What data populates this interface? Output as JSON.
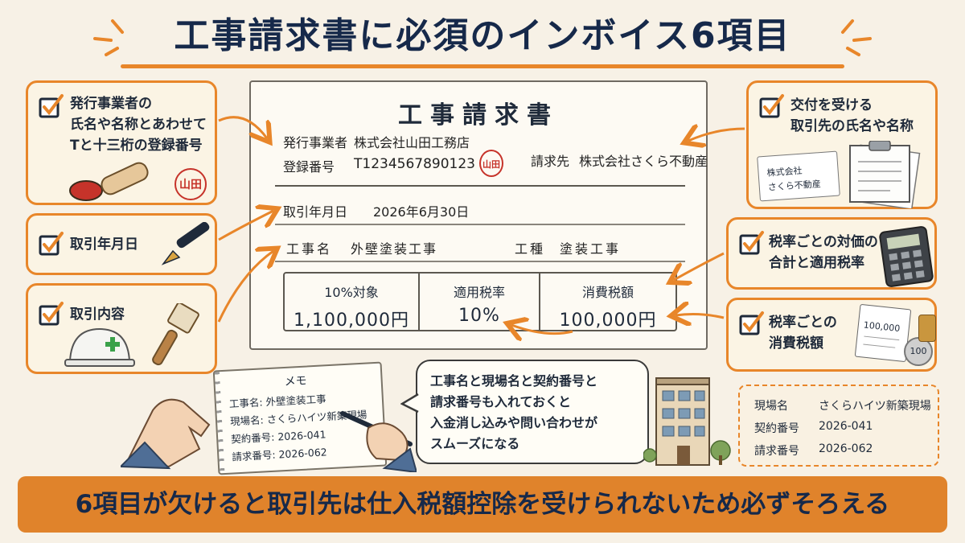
{
  "title": "工事請求書に必須のインボイス6項目",
  "left_cards": [
    {
      "lines": [
        "発行事業者の",
        "氏名や名称とあわせて",
        "Tと十三桁の登録番号"
      ],
      "stamp": "山田"
    },
    {
      "lines": [
        "取引年月日"
      ]
    },
    {
      "lines": [
        "取引内容"
      ]
    }
  ],
  "right_cards": [
    {
      "lines": [
        "交付を受ける",
        "取引先の氏名や名称"
      ],
      "card_lines": [
        "株式会社",
        "さくら不動産"
      ]
    },
    {
      "lines": [
        "税率ごとの対価の",
        "合計と適用税率"
      ]
    },
    {
      "lines": [
        "税率ごとの",
        "消費税額"
      ],
      "calendar_value": "100,000",
      "coin": "100"
    }
  ],
  "invoice": {
    "title": "工事請求書",
    "issuer_label": "発行事業者",
    "issuer": "株式会社山田工務店",
    "reg_label": "登録番号",
    "reg_number": "T1234567890123",
    "stamp": "山田",
    "recipient_label": "請求先",
    "recipient": "株式会社さくら不動産",
    "date_label": "取引年月日",
    "date": "2026年6月30日",
    "work_label": "工事名",
    "work_name": "外壁塗装工事",
    "type_label": "工種",
    "type_name": "塗装工事",
    "tax_table": [
      {
        "head": "10%対象",
        "value": "1,100,000円"
      },
      {
        "head": "適用税率",
        "value": "10%"
      },
      {
        "head": "消費税額",
        "value": "100,000円"
      }
    ]
  },
  "memo": {
    "title": "メモ",
    "lines": [
      "工事名: 外壁塗装工事",
      "現場名: さくらハイツ新築現場",
      "契約番号: 2026-041",
      "請求番号: 2026-062"
    ]
  },
  "bubble": {
    "lines": [
      "工事名と現場名と契約番号と",
      "請求番号も入れておくと",
      "入金消し込みや問い合わせが",
      "スムーズになる"
    ]
  },
  "site_info": [
    {
      "label": "現場名",
      "value": "さくらハイツ新築現場"
    },
    {
      "label": "契約番号",
      "value": "2026-041"
    },
    {
      "label": "請求番号",
      "value": "2026-062"
    }
  ],
  "banner": "6項目が欠けると取引先は仕入税額控除を受けられないため必ずそろえる",
  "colors": {
    "accent": "#e8862a",
    "navy": "#16294a",
    "stamp": "#c6332a",
    "paper": "#fdfaf3"
  }
}
